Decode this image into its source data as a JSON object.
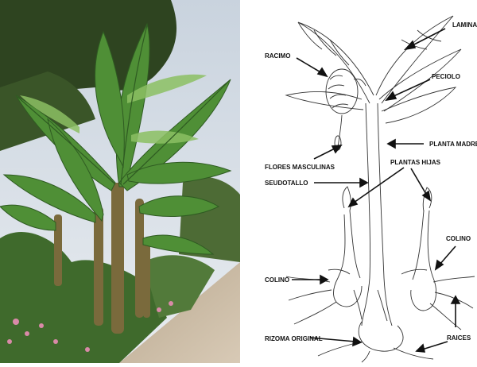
{
  "labels": {
    "lamina": "LAMINA",
    "racimo": "RACIMO",
    "peciolo": "PECIOLO",
    "flores_masculinas": "FLORES MASCULINAS",
    "planta_madre": "PLANTA MADRE",
    "plantas_hijas": "PLANTAS HIJAS",
    "seudotallo": "SEUDOTALLO",
    "colino_right": "COLINO",
    "colino_left": "COLINO",
    "rizoma_original": "RIZOMA ORIGINAL",
    "raices": "RAICES"
  },
  "colors": {
    "sky": "#d6dde4",
    "foliage_dark": "#2f4a23",
    "leaf": "#4f8f36",
    "leaf_light": "#8cc063",
    "stem": "#7a6a3c",
    "path": "#c9b9a2",
    "flowers": "#d98aa8",
    "ink": "#222222"
  }
}
